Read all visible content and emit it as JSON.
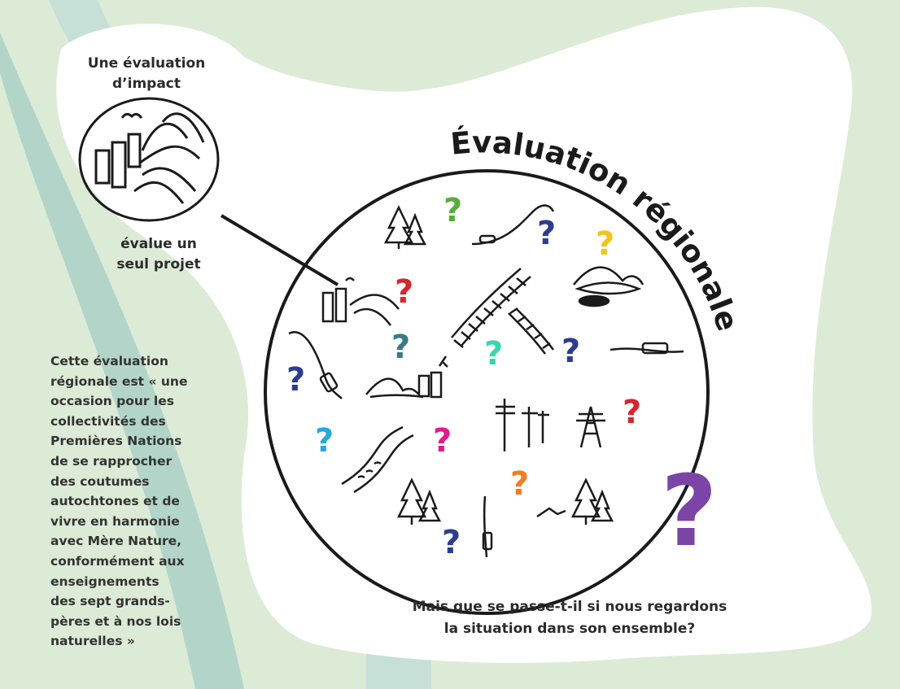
{
  "impact": {
    "title": "Une évaluation\nd’impact",
    "caption": "évalue un\nseul projet"
  },
  "regional": {
    "arc_title": "Évaluation régionale"
  },
  "sidebar": {
    "quote": "Cette évaluation\nrégionale est « une\noccasion pour les\ncollectivités des\nPremières Nations\nde se rapprocher\ndes coutumes\nautochtones et de\nvivre en harmonie\navec Mère Nature,\nconformément aux\nenseignements\ndes sept grands-\npères et à nos lois\nnaturelles »"
  },
  "footer": {
    "question": "Mais que se passe-t-il si nous regardons\nla situation dans son ensemble?"
  },
  "question_marks": [
    {
      "char": "?",
      "color": "#5aab3c"
    },
    {
      "char": "?",
      "color": "#2c3d8f"
    },
    {
      "char": "?",
      "color": "#f2c318"
    },
    {
      "char": "?",
      "color": "#d7262e"
    },
    {
      "char": "?",
      "color": "#3a7a86"
    },
    {
      "char": "?",
      "color": "#36d6b0"
    },
    {
      "char": "?",
      "color": "#2c3d8f"
    },
    {
      "char": "?",
      "color": "#2c3d8f"
    },
    {
      "char": "?",
      "color": "#d7262e"
    },
    {
      "char": "?",
      "color": "#27a8e0"
    },
    {
      "char": "?",
      "color": "#e6198c"
    },
    {
      "char": "?",
      "color": "#f07d22"
    },
    {
      "char": "?",
      "color": "#2c3d8f"
    },
    {
      "char": "?",
      "color": "#7b44a6"
    }
  ],
  "colors": {
    "background": "#dcebd6",
    "ribbon": "#c6e0d8",
    "ribbon_dark": "#a9cfc6",
    "white_shape": "#ffffff",
    "ink": "#1a1a1a"
  },
  "icons": [
    "trees-icon",
    "road-car-icon",
    "mine-icon",
    "factory-icon",
    "railway-icon",
    "power-lines-icon",
    "pylon-icon",
    "river-icon",
    "truck-icon",
    "car-icon",
    "excavation-icon"
  ]
}
